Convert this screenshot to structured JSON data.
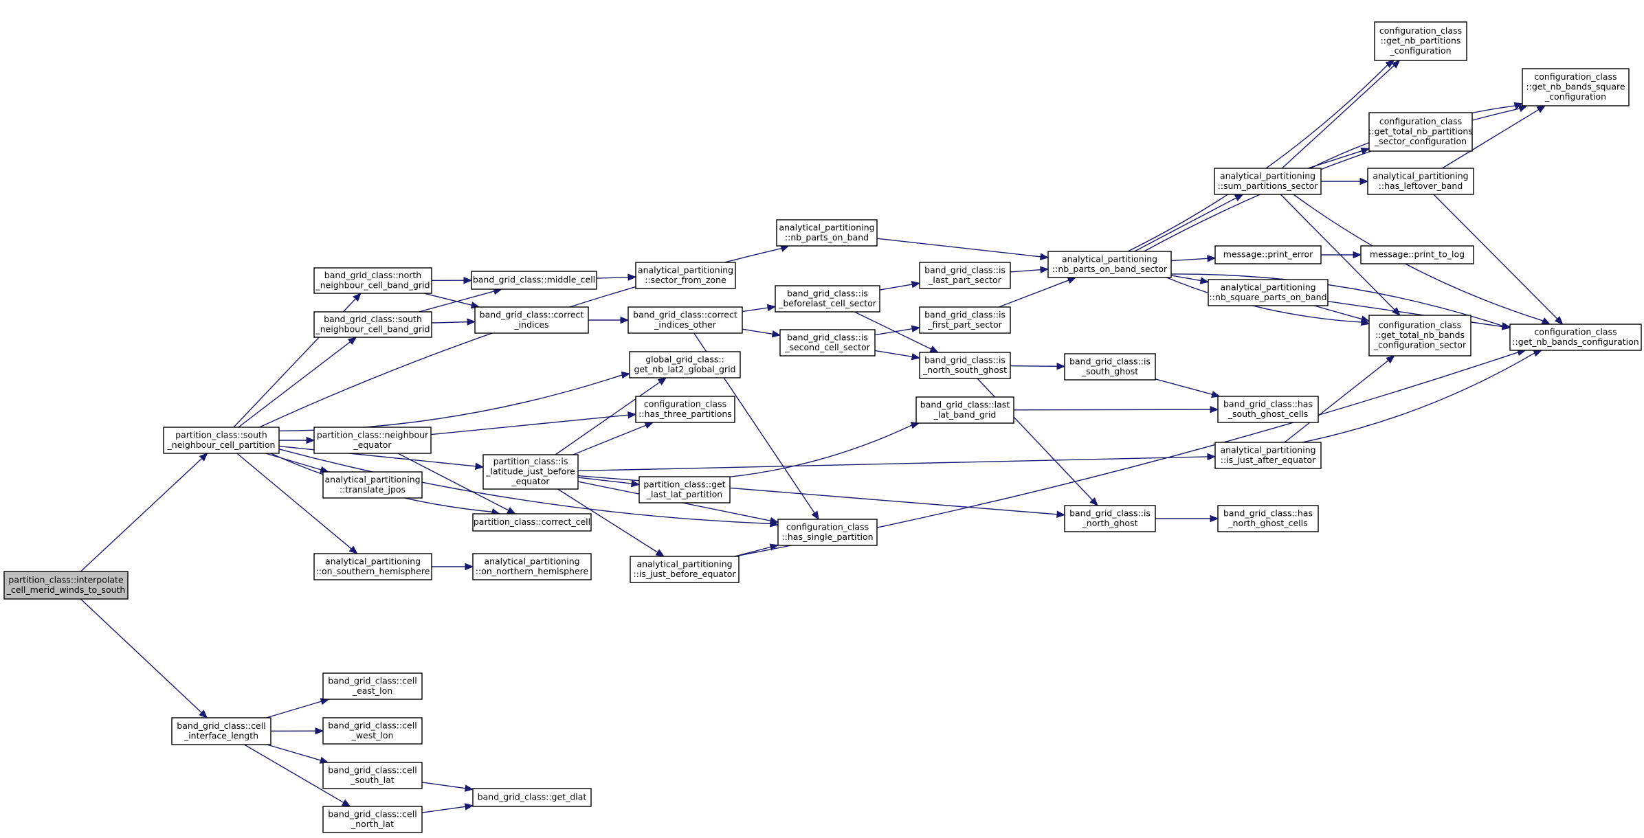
{
  "nodes": [
    {
      "id": "interpolate",
      "lines": [
        "partition_class::interpolate",
        "_cell_merid_winds_to_south"
      ],
      "root": true
    },
    {
      "id": "south_neigh_part",
      "lines": [
        "partition_class::south",
        "_neighbour_cell_partition"
      ]
    },
    {
      "id": "cell_iface_len",
      "lines": [
        "band_grid_class::cell",
        "_interface_length"
      ]
    },
    {
      "id": "north_neigh_bg",
      "lines": [
        "band_grid_class::north",
        "_neighbour_cell_band_grid"
      ]
    },
    {
      "id": "south_neigh_bg",
      "lines": [
        "band_grid_class::south",
        "_neighbour_cell_band_grid"
      ]
    },
    {
      "id": "neigh_equator",
      "lines": [
        "partition_class::neighbour",
        "_equator"
      ]
    },
    {
      "id": "translate_jpos",
      "lines": [
        "analytical_partitioning",
        "::translate_jpos"
      ]
    },
    {
      "id": "on_south_hemi",
      "lines": [
        "analytical_partitioning",
        "::on_southern_hemisphere"
      ]
    },
    {
      "id": "middle_cell",
      "lines": [
        "band_grid_class::middle_cell"
      ]
    },
    {
      "id": "correct_indices",
      "lines": [
        "band_grid_class::correct",
        "_indices"
      ]
    },
    {
      "id": "is_lat_before_eq",
      "lines": [
        "partition_class::is",
        "_latitude_just_before",
        "_equator"
      ]
    },
    {
      "id": "correct_cell",
      "lines": [
        "partition_class::correct_cell"
      ]
    },
    {
      "id": "on_north_hemi",
      "lines": [
        "analytical_partitioning",
        "::on_northern_hemisphere"
      ]
    },
    {
      "id": "sector_from_zone",
      "lines": [
        "analytical_partitioning",
        "::sector_from_zone"
      ]
    },
    {
      "id": "correct_indices_other",
      "lines": [
        "band_grid_class::correct",
        "_indices_other"
      ]
    },
    {
      "id": "get_nb_lat2",
      "lines": [
        "global_grid_class::",
        "get_nb_lat2_global_grid"
      ]
    },
    {
      "id": "has_three_part",
      "lines": [
        "configuration_class",
        "::has_three_partitions"
      ]
    },
    {
      "id": "get_last_lat_part",
      "lines": [
        "partition_class::get",
        "_last_lat_partition"
      ]
    },
    {
      "id": "is_just_before_eq",
      "lines": [
        "analytical_partitioning",
        "::is_just_before_equator"
      ]
    },
    {
      "id": "nb_parts_on_band",
      "lines": [
        "analytical_partitioning",
        "::nb_parts_on_band"
      ]
    },
    {
      "id": "is_beforelast",
      "lines": [
        "band_grid_class::is",
        "_beforelast_cell_sector"
      ]
    },
    {
      "id": "is_second_cell",
      "lines": [
        "band_grid_class::is",
        "_second_cell_sector"
      ]
    },
    {
      "id": "has_single_part",
      "lines": [
        "configuration_class",
        "::has_single_partition"
      ]
    },
    {
      "id": "is_last_part",
      "lines": [
        "band_grid_class::is",
        "_last_part_sector"
      ]
    },
    {
      "id": "is_first_part",
      "lines": [
        "band_grid_class::is",
        "_first_part_sector"
      ]
    },
    {
      "id": "is_north_south_ghost",
      "lines": [
        "band_grid_class::is",
        "_north_south_ghost"
      ]
    },
    {
      "id": "last_lat_bg",
      "lines": [
        "band_grid_class::last",
        "_lat_band_grid"
      ]
    },
    {
      "id": "nb_parts_band_sector",
      "lines": [
        "analytical_partitioning",
        "::nb_parts_on_band_sector"
      ]
    },
    {
      "id": "is_south_ghost",
      "lines": [
        "band_grid_class::is",
        "_south_ghost"
      ]
    },
    {
      "id": "is_north_ghost",
      "lines": [
        "band_grid_class::is",
        "_north_ghost"
      ]
    },
    {
      "id": "sum_part_sector",
      "lines": [
        "analytical_partitioning",
        "::sum_partitions_sector"
      ]
    },
    {
      "id": "print_error",
      "lines": [
        "message::print_error"
      ]
    },
    {
      "id": "nb_square_parts",
      "lines": [
        "analytical_partitioning",
        "::nb_square_parts_on_band"
      ]
    },
    {
      "id": "has_south_ghost",
      "lines": [
        "band_grid_class::has",
        "_south_ghost_cells"
      ]
    },
    {
      "id": "is_just_after_eq",
      "lines": [
        "analytical_partitioning",
        "::is_just_after_equator"
      ]
    },
    {
      "id": "has_north_ghost",
      "lines": [
        "band_grid_class::has",
        "_north_ghost_cells"
      ]
    },
    {
      "id": "get_nb_part_conf",
      "lines": [
        "configuration_class",
        "::get_nb_partitions",
        "_configuration"
      ]
    },
    {
      "id": "get_total_nb_part",
      "lines": [
        "configuration_class",
        "::get_total_nb_partitions",
        "_sector_configuration"
      ]
    },
    {
      "id": "has_leftover",
      "lines": [
        "analytical_partitioning",
        "::has_leftover_band"
      ]
    },
    {
      "id": "print_to_log",
      "lines": [
        "message::print_to_log"
      ]
    },
    {
      "id": "get_total_nb_bands",
      "lines": [
        "configuration_class",
        "::get_total_nb_bands",
        "_configuration_sector"
      ]
    },
    {
      "id": "get_nb_bands_square",
      "lines": [
        "configuration_class",
        "::get_nb_bands_square",
        "_configuration"
      ]
    },
    {
      "id": "get_nb_bands_conf",
      "lines": [
        "configuration_class",
        "::get_nb_bands_configuration"
      ]
    },
    {
      "id": "cell_east_lon",
      "lines": [
        "band_grid_class::cell",
        "_east_lon"
      ]
    },
    {
      "id": "cell_west_lon",
      "lines": [
        "band_grid_class::cell",
        "_west_lon"
      ]
    },
    {
      "id": "cell_south_lat",
      "lines": [
        "band_grid_class::cell",
        "_south_lat"
      ]
    },
    {
      "id": "cell_north_lat",
      "lines": [
        "band_grid_class::cell",
        "_north_lat"
      ]
    },
    {
      "id": "get_dlat",
      "lines": [
        "band_grid_class::get_dlat"
      ]
    }
  ],
  "edges": [
    [
      "interpolate",
      "south_neigh_part"
    ],
    [
      "interpolate",
      "cell_iface_len"
    ],
    [
      "south_neigh_part",
      "north_neigh_bg"
    ],
    [
      "south_neigh_part",
      "south_neigh_bg"
    ],
    [
      "south_neigh_part",
      "neigh_equator"
    ],
    [
      "south_neigh_part",
      "translate_jpos"
    ],
    [
      "south_neigh_part",
      "on_south_hemi"
    ],
    [
      "south_neigh_part",
      "correct_cell"
    ],
    [
      "south_neigh_part",
      "is_lat_before_eq"
    ],
    [
      "south_neigh_part",
      "get_nb_lat2"
    ],
    [
      "south_neigh_part",
      "nb_parts_on_band"
    ],
    [
      "south_neigh_part",
      "has_single_part"
    ],
    [
      "north_neigh_bg",
      "middle_cell"
    ],
    [
      "north_neigh_bg",
      "correct_indices"
    ],
    [
      "south_neigh_bg",
      "middle_cell"
    ],
    [
      "south_neigh_bg",
      "correct_indices"
    ],
    [
      "middle_cell",
      "sector_from_zone"
    ],
    [
      "correct_indices",
      "correct_indices_other"
    ],
    [
      "correct_indices_other",
      "is_beforelast"
    ],
    [
      "correct_indices_other",
      "is_second_cell"
    ],
    [
      "correct_indices_other",
      "has_single_part"
    ],
    [
      "neigh_equator",
      "has_three_part"
    ],
    [
      "neigh_equator",
      "correct_cell"
    ],
    [
      "on_south_hemi",
      "on_north_hemi"
    ],
    [
      "is_lat_before_eq",
      "get_nb_lat2"
    ],
    [
      "is_lat_before_eq",
      "has_three_part"
    ],
    [
      "is_lat_before_eq",
      "get_last_lat_part"
    ],
    [
      "is_lat_before_eq",
      "is_just_before_eq"
    ],
    [
      "is_lat_before_eq",
      "has_single_part"
    ],
    [
      "is_lat_before_eq",
      "is_just_after_eq"
    ],
    [
      "is_lat_before_eq",
      "is_north_ghost"
    ],
    [
      "get_last_lat_part",
      "last_lat_bg"
    ],
    [
      "is_just_before_eq",
      "has_single_part"
    ],
    [
      "is_just_before_eq",
      "get_nb_bands_conf"
    ],
    [
      "nb_parts_on_band",
      "nb_parts_band_sector"
    ],
    [
      "is_beforelast",
      "is_last_part"
    ],
    [
      "is_beforelast",
      "is_north_south_ghost"
    ],
    [
      "is_second_cell",
      "is_first_part"
    ],
    [
      "is_second_cell",
      "is_north_south_ghost"
    ],
    [
      "is_last_part",
      "nb_parts_band_sector"
    ],
    [
      "is_first_part",
      "nb_parts_band_sector"
    ],
    [
      "is_north_south_ghost",
      "is_south_ghost"
    ],
    [
      "is_north_south_ghost",
      "is_north_ghost"
    ],
    [
      "last_lat_bg",
      "has_south_ghost"
    ],
    [
      "is_south_ghost",
      "has_south_ghost"
    ],
    [
      "is_north_ghost",
      "has_north_ghost"
    ],
    [
      "nb_parts_band_sector",
      "sum_part_sector"
    ],
    [
      "nb_parts_band_sector",
      "print_error"
    ],
    [
      "nb_parts_band_sector",
      "nb_square_parts"
    ],
    [
      "nb_parts_band_sector",
      "get_total_nb_bands"
    ],
    [
      "nb_parts_band_sector",
      "get_nb_bands_conf"
    ],
    [
      "nb_parts_band_sector",
      "get_nb_part_conf"
    ],
    [
      "nb_parts_band_sector",
      "get_nb_bands_square"
    ],
    [
      "print_error",
      "print_to_log"
    ],
    [
      "sum_part_sector",
      "get_nb_part_conf"
    ],
    [
      "sum_part_sector",
      "get_total_nb_part"
    ],
    [
      "sum_part_sector",
      "has_leftover"
    ],
    [
      "sum_part_sector",
      "get_total_nb_bands"
    ],
    [
      "sum_part_sector",
      "get_nb_bands_square"
    ],
    [
      "sum_part_sector",
      "get_nb_bands_conf"
    ],
    [
      "has_leftover",
      "get_nb_bands_square"
    ],
    [
      "has_leftover",
      "get_nb_bands_conf"
    ],
    [
      "nb_square_parts",
      "get_total_nb_bands"
    ],
    [
      "nb_square_parts",
      "get_nb_bands_conf"
    ],
    [
      "is_just_after_eq",
      "get_total_nb_bands"
    ],
    [
      "is_just_after_eq",
      "get_nb_bands_conf"
    ],
    [
      "cell_iface_len",
      "cell_east_lon"
    ],
    [
      "cell_iface_len",
      "cell_west_lon"
    ],
    [
      "cell_iface_len",
      "cell_south_lat"
    ],
    [
      "cell_iface_len",
      "cell_north_lat"
    ],
    [
      "cell_south_lat",
      "get_dlat"
    ],
    [
      "cell_north_lat",
      "get_dlat"
    ]
  ]
}
